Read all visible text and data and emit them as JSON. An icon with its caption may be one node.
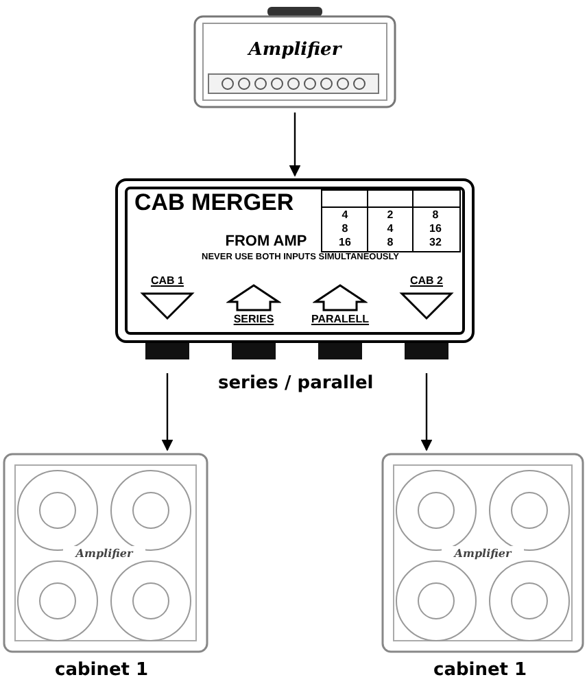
{
  "diagram": {
    "nodes": [
      {
        "text": [
          "Amplifier"
        ]
      },
      {
        "text": [
          "CAB MERGER",
          "FROM AMP",
          "NEVER USE BOTH INPUTS SIMULTANEOUSLY"
        ],
        "beside": [
          "series / parallel"
        ]
      },
      {
        "text": [
          "Amplifier"
        ],
        "beside": [
          "cabinet 1"
        ]
      },
      {
        "text": [
          "Amplifier"
        ],
        "beside": [
          "cabinet 1"
        ]
      }
    ],
    "edges": [
      {
        "from": 0,
        "to": 1,
        "arrow": "to"
      },
      {
        "from": 1,
        "to": 2,
        "arrow": "to"
      },
      {
        "from": 1,
        "to": 3,
        "arrow": "to"
      }
    ],
    "labels": [
      "4",
      "2",
      "8",
      "8",
      "4",
      "16",
      "16",
      "8",
      "32",
      "CAB 1",
      "SERIES",
      "PARALELL",
      "CAB 2"
    ]
  }
}
